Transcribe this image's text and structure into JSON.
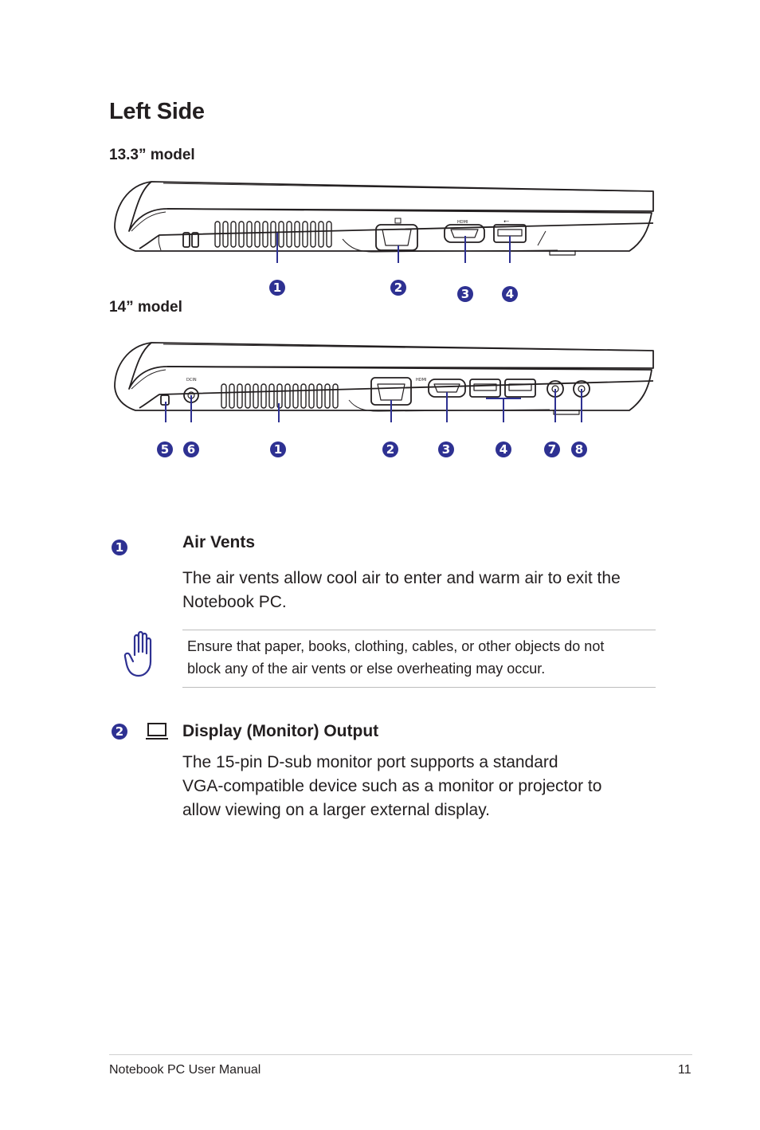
{
  "page": {
    "heading": "Left Side",
    "models": [
      {
        "label": "13.3” model"
      },
      {
        "label": "14” model"
      }
    ],
    "callouts_133": [
      "1",
      "2",
      "3",
      "4"
    ],
    "callouts_14": [
      "5",
      "6",
      "1",
      "2",
      "3",
      "4",
      "7",
      "8"
    ]
  },
  "items": [
    {
      "number": "1",
      "title": "Air Vents",
      "text_lines": [
        "The air vents allow cool air to enter and warm air to exit the",
        "Notebook PC."
      ],
      "note_lines": [
        "Ensure that paper, books, clothing, cables, or other objects do not",
        "block any of the air vents or else overheating may occur."
      ]
    },
    {
      "number": "2",
      "title": "Display (Monitor) Output",
      "text_lines": [
        "The 15-pin D-sub monitor port supports a standard",
        "VGA-compatible device such as a monitor or projector to",
        "allow viewing on a larger external display."
      ]
    }
  ],
  "port_labels": {
    "hdmi": "HDMI",
    "dcin": "DCIN"
  },
  "footer": {
    "title": "Notebook PC User Manual",
    "page_number": "11"
  },
  "colors": {
    "callout": "#2e3192",
    "text": "#231f20",
    "rule": "#bdbdbd"
  },
  "icons": [
    "hand-stop-icon",
    "monitor-icon",
    "usb-icon"
  ]
}
